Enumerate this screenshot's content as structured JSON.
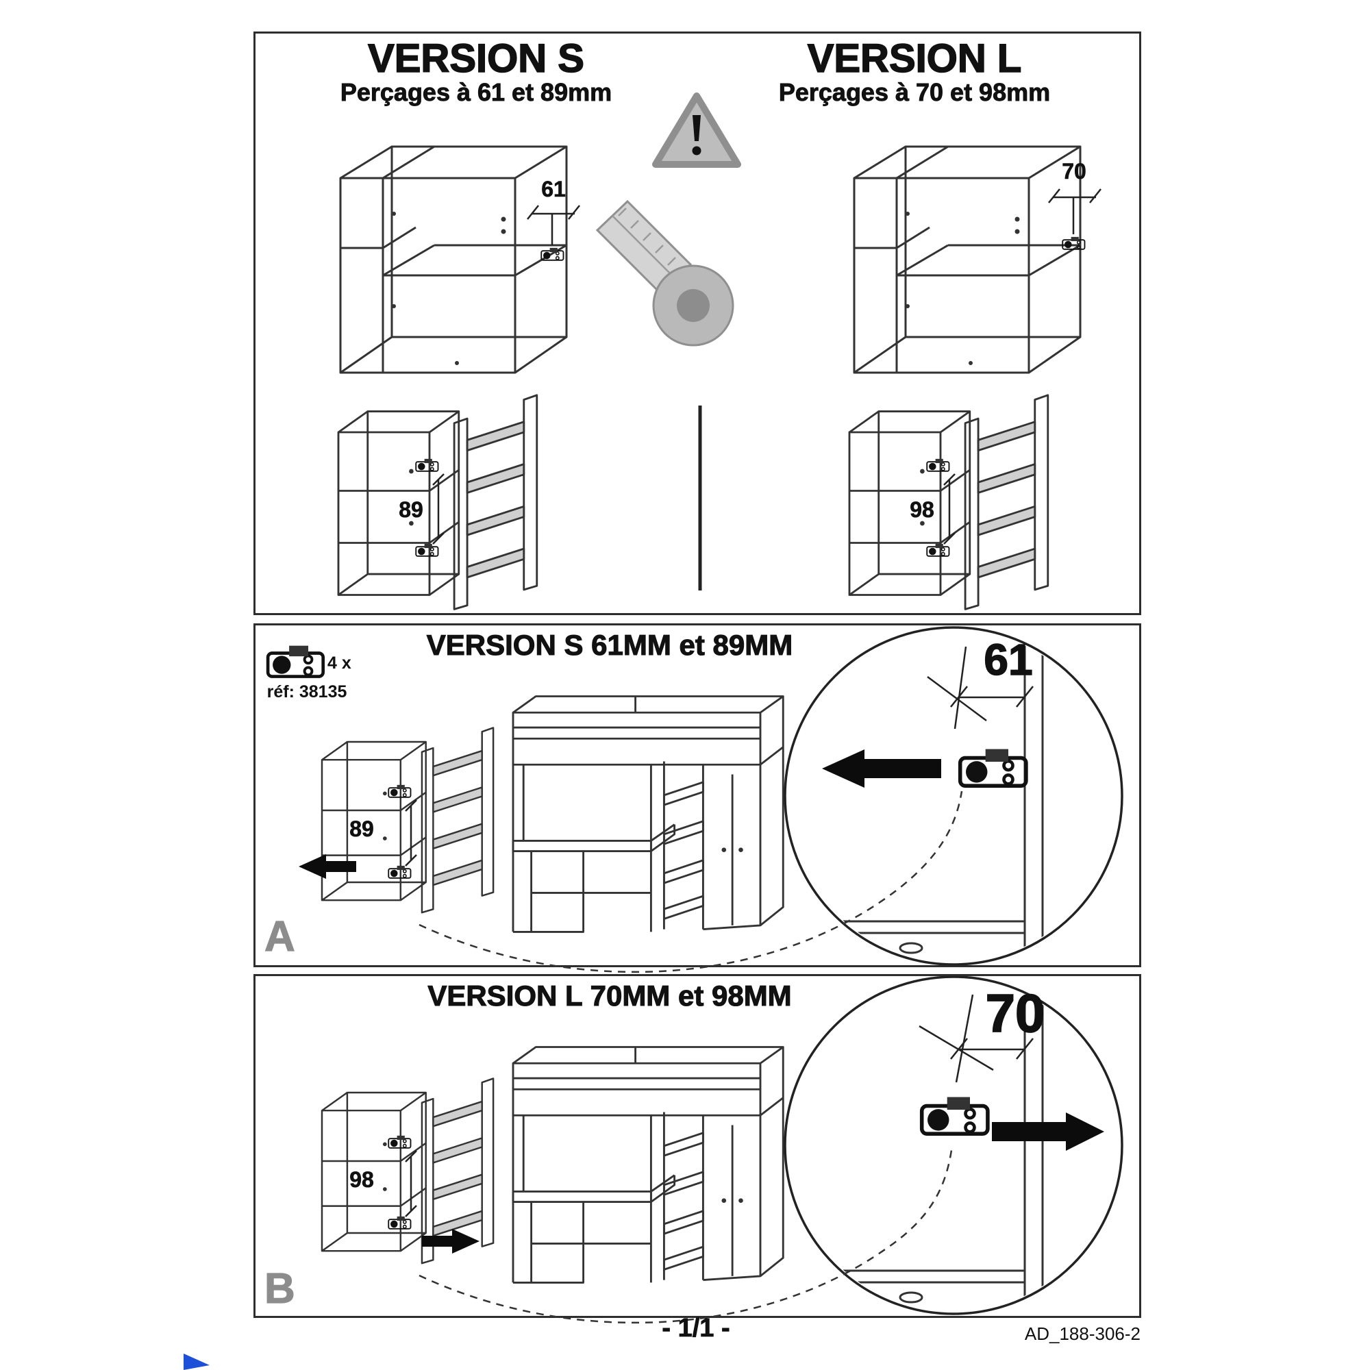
{
  "page": {
    "footer": {
      "page_number": "- 1/1 -",
      "document_reference": "AD_188-306-2"
    }
  },
  "top_section": {
    "version_s": {
      "title": "VERSION S",
      "subtitle": "Perçages à 61 et 89mm",
      "upper_drilling_mm": "61",
      "lower_drilling_mm": "89"
    },
    "version_l": {
      "title": "VERSION L",
      "subtitle": "Perçages à 70 et 98mm",
      "upper_drilling_mm": "70",
      "lower_drilling_mm": "98"
    }
  },
  "section_a": {
    "step_label": "A",
    "title": "VERSION S 61MM et 89MM",
    "hardware": {
      "quantity": "4 x",
      "reference": "réf: 38135"
    },
    "cabinet_dim_mm": "89",
    "detail_dim_mm": "61"
  },
  "section_b": {
    "step_label": "B",
    "title": "VERSION L 70MM et 98MM",
    "cabinet_dim_mm": "98",
    "detail_dim_mm": "70"
  },
  "icons": {
    "warning": "warning-triangle-icon",
    "tape_measure": "tape-measure-icon",
    "hinge_hardware": "hinge-icon"
  },
  "colors": {
    "line": "#333333",
    "fill_gray": "#bdbdbd",
    "logo_blue": "#1d50d8"
  }
}
